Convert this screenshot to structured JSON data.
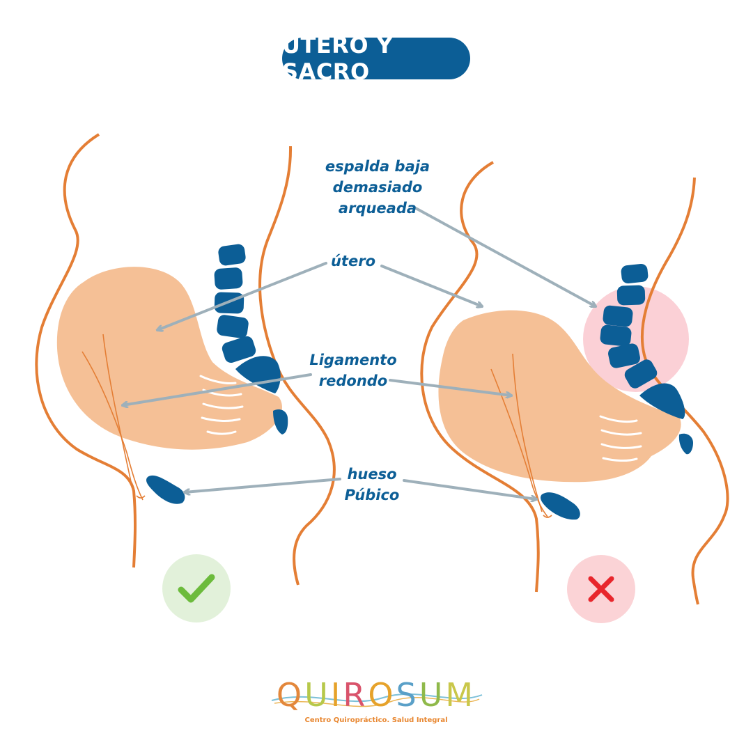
{
  "title": "ÚTERO Y SACRO",
  "labels": {
    "espalda": [
      "espalda baja",
      "demasiado",
      "arqueada"
    ],
    "utero": "útero",
    "ligamento": [
      "Ligamento",
      "redondo"
    ],
    "hueso": [
      "hueso",
      "Púbico"
    ]
  },
  "badges": {
    "correct_icon": "check-icon",
    "incorrect_icon": "cross-icon"
  },
  "logo": {
    "letters": [
      "Q",
      "U",
      "I",
      "R",
      "O",
      "S",
      "U",
      "M"
    ],
    "letter_colors": [
      "#e3873b",
      "#b6c84a",
      "#e6a22a",
      "#d9536b",
      "#e6a22a",
      "#5aa0c8",
      "#8fb94a",
      "#c9c74a"
    ],
    "tagline": "Centro Quiropráctico. Salud Integral"
  },
  "colors": {
    "brand_blue": "#0c5e96",
    "body_outline": "#e47e35",
    "uterus": "#f5c096",
    "arrow": "#9eb0ba",
    "check_bg": "#e2f1da",
    "check_mark": "#6cbb3c",
    "cross_bg": "#fbd3d6",
    "cross_mark": "#e8262c",
    "highlight": "#fbd0d6",
    "tagline": "#e8862f"
  }
}
